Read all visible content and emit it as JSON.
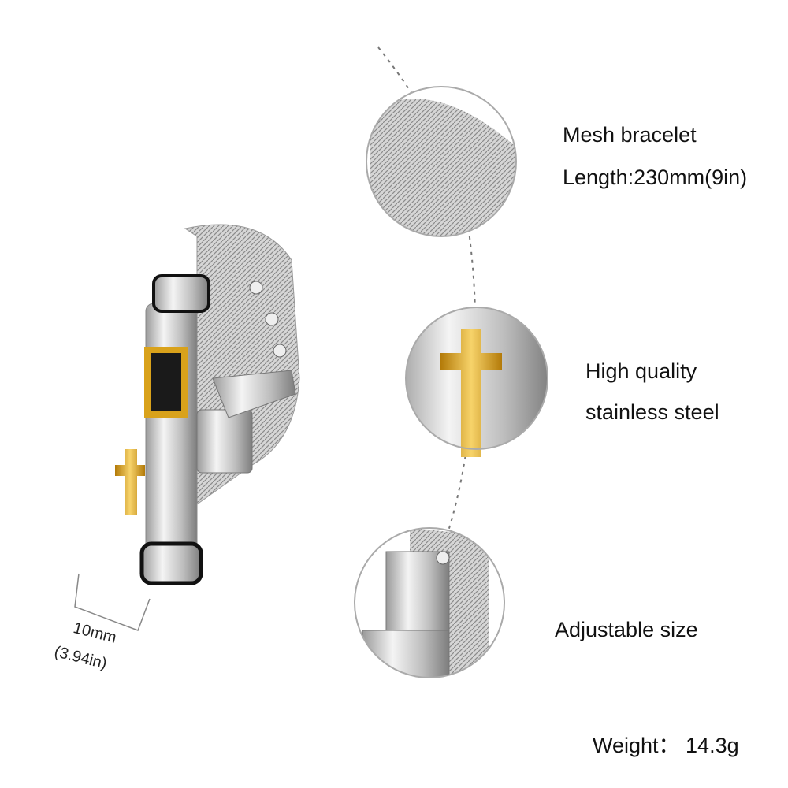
{
  "features": [
    {
      "title": "Mesh bracelet",
      "detail": "Length:230mm(9in)"
    },
    {
      "title": "High quality",
      "detail": "stainless steel"
    },
    {
      "title": "Adjustable size"
    }
  ],
  "dimension": {
    "metric": "10mm",
    "imperial": "(3.94in)"
  },
  "weight": "Weight： 14.3g",
  "colors": {
    "steel": "#c8c8c8",
    "gold": "#d9a21b",
    "black": "#111111"
  }
}
